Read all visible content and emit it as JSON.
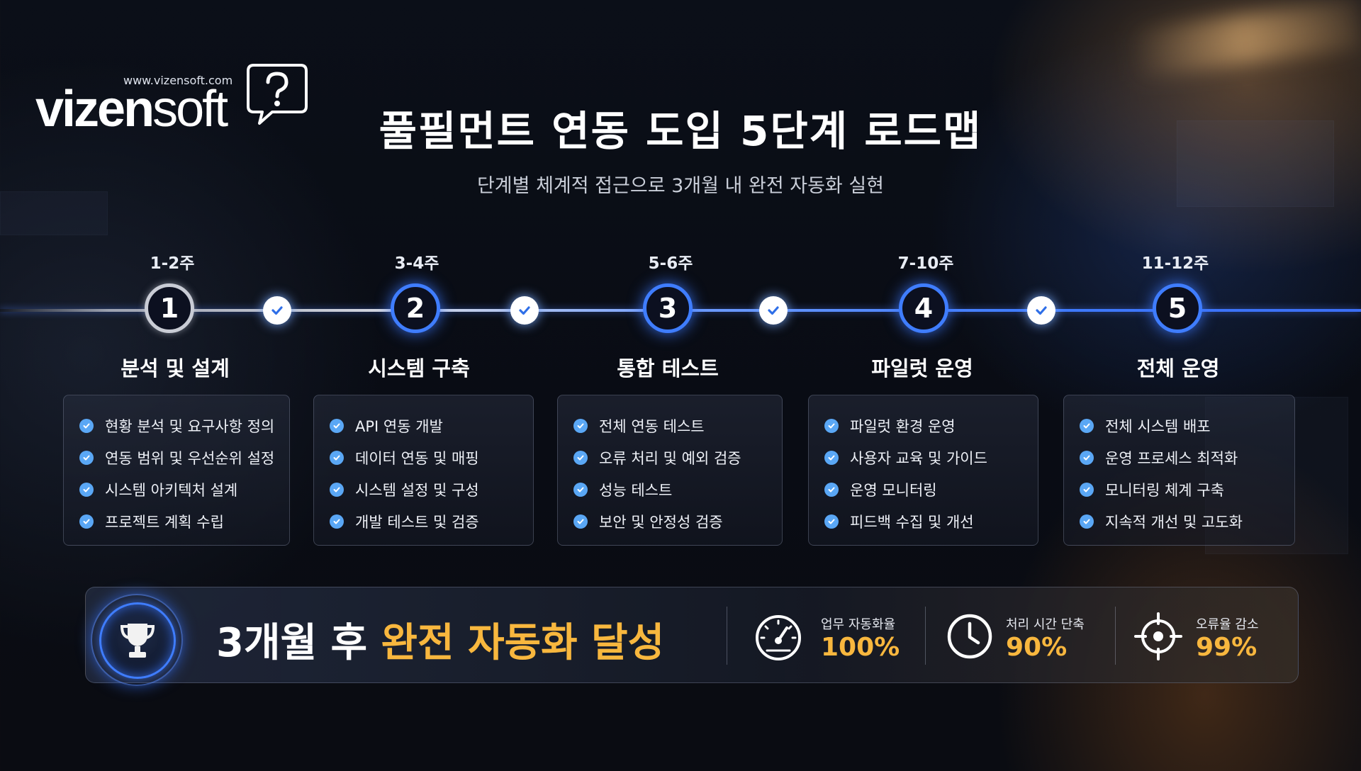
{
  "brand": {
    "url": "www.vizensoft.com",
    "name_bold": "vizen",
    "name_light": "soft",
    "bubble_icon": "question-bubble-icon"
  },
  "header": {
    "title": "풀필먼트 연동 도입 5단계 로드맵",
    "subtitle": "단계별 체계적 접근으로 3개월 내 완전 자동화 실현"
  },
  "steps": [
    {
      "week": "1-2주",
      "number": "1",
      "title": "분석 및 설계",
      "items": [
        "현황 분석 및 요구사항 정의",
        "연동 범위 및 우선순위 설정",
        "시스템 아키텍처 설계",
        "프로젝트 계획 수립"
      ]
    },
    {
      "week": "3-4주",
      "number": "2",
      "title": "시스템 구축",
      "items": [
        "API 연동 개발",
        "데이터 연동 및 매핑",
        "시스템 설정 및 구성",
        "개발 테스트 및 검증"
      ]
    },
    {
      "week": "5-6주",
      "number": "3",
      "title": "통합 테스트",
      "items": [
        "전체 연동 테스트",
        "오류 처리 및 예외 검증",
        "성능 테스트",
        "보안 및 안정성 검증"
      ]
    },
    {
      "week": "7-10주",
      "number": "4",
      "title": "파일럿 운영",
      "items": [
        "파일럿 환경 운영",
        "사용자 교육 및 가이드",
        "운영 모니터링",
        "피드백 수집 및 개선"
      ]
    },
    {
      "week": "11-12주",
      "number": "5",
      "title": "전체 운영",
      "items": [
        "전체 시스템 배포",
        "운영 프로세스 최적화",
        "모니터링 체계 구축",
        "지속적 개선 및 고도화"
      ]
    }
  ],
  "banner": {
    "icon": "trophy-icon",
    "goal_prefix": "3개월 후 ",
    "goal_highlight": "완전 자동화 달성",
    "stats": [
      {
        "icon": "speedometer-icon",
        "label": "업무 자동화율",
        "value": "100%"
      },
      {
        "icon": "clock-icon",
        "label": "처리 시간 단축",
        "value": "90%"
      },
      {
        "icon": "crosshair-icon",
        "label": "오류율 감소",
        "value": "99%"
      }
    ]
  },
  "colors": {
    "accent_blue": "#3f7dff",
    "check_blue": "#5aa7f5",
    "highlight_gold": "#f8b73e",
    "background": "#0a0d15"
  }
}
